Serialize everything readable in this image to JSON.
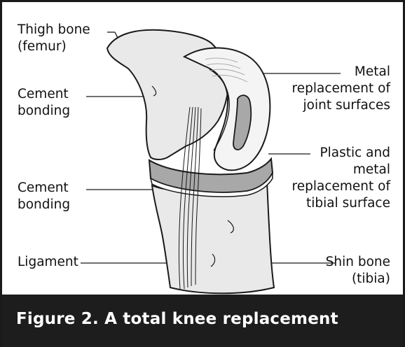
{
  "labels": {
    "thigh": [
      "Thigh bone",
      "(femur)"
    ],
    "cement_upper": [
      "Cement",
      "bonding"
    ],
    "cement_lower": [
      "Cement",
      "bonding"
    ],
    "ligament": [
      "Ligament"
    ],
    "metal": [
      "Metal",
      "replacement of",
      "joint surfaces"
    ],
    "plastic": [
      "Plastic and",
      "metal",
      "replacement of",
      "tibial surface"
    ],
    "shin": [
      "Shin bone",
      "(tibia)"
    ]
  },
  "caption": "Figure 2. A total knee replacement",
  "colors": {
    "bone_fill": "#e9e9e9",
    "implant_metal": "#f4f4f4",
    "implant_plastic": "#a8a8a8",
    "caption_bg": "#1d1d1d",
    "outline": "#1a1a1a"
  }
}
